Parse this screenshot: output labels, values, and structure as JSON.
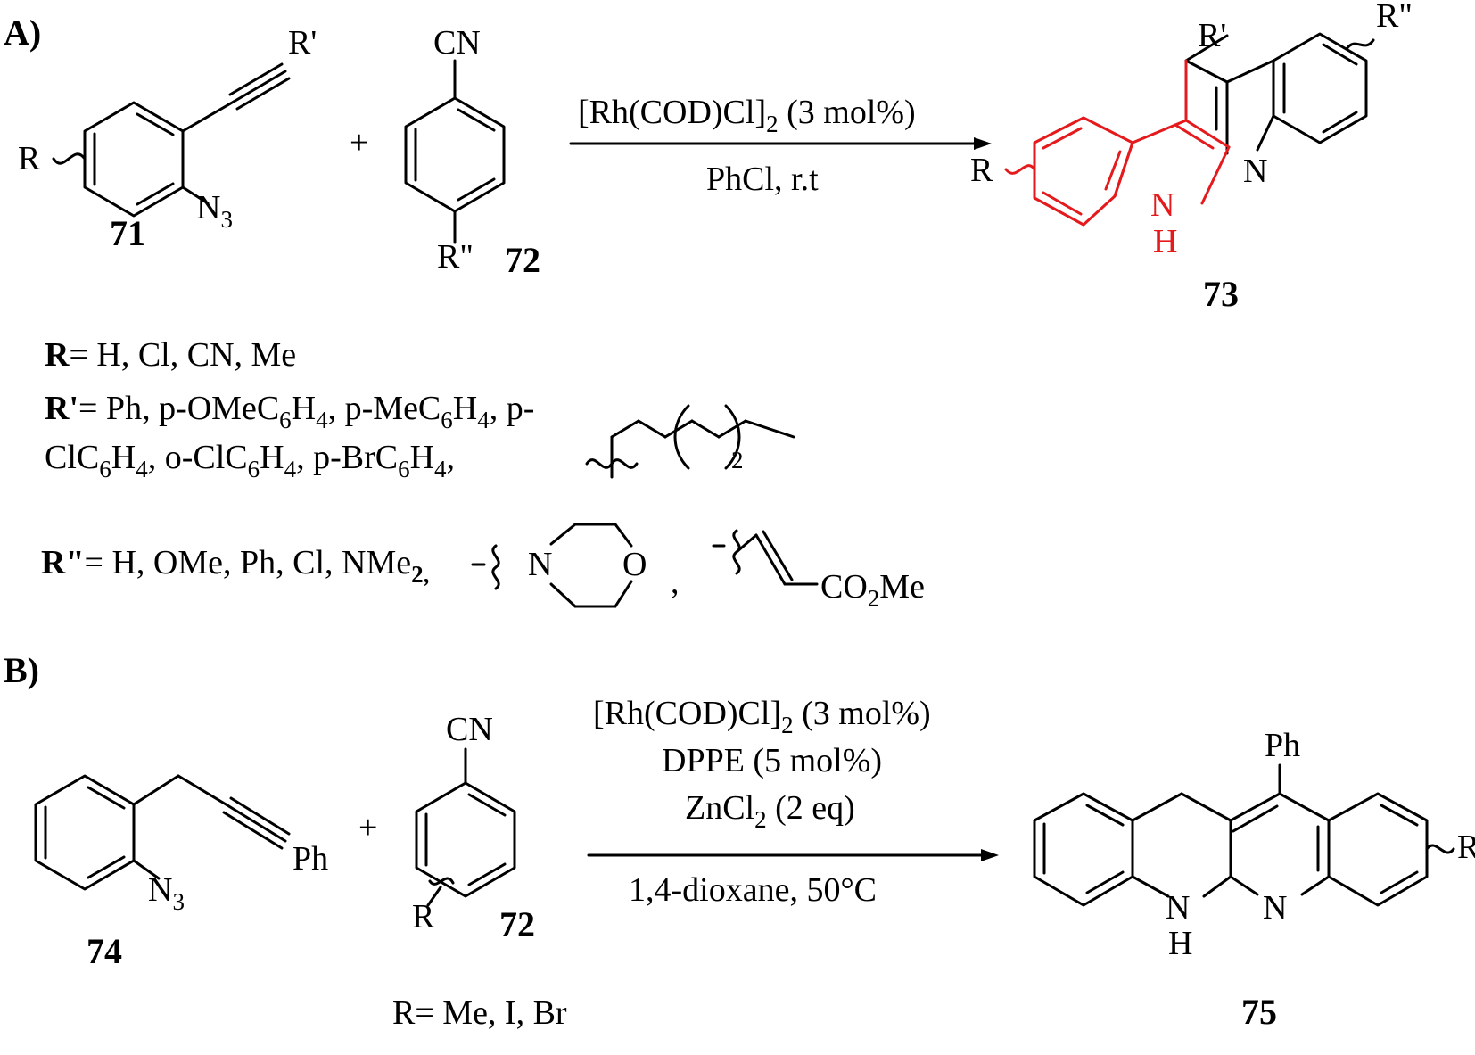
{
  "section_a": {
    "label": "A)",
    "reactant_1": {
      "number": "71",
      "r": "R",
      "r_prime": "R'",
      "azide": "N",
      "azide_sub": "3"
    },
    "plus": "+",
    "reactant_2": {
      "number": "72",
      "cn": "CN",
      "r_dprime": "R\""
    },
    "conditions": {
      "catalyst": "[Rh(COD)Cl]",
      "catalyst_sub": "2",
      "catalyst_load": " (3 mol%)",
      "solvent": "PhCl, r.t"
    },
    "product": {
      "number": "73",
      "r": "R",
      "r_prime": "R'",
      "r_dprime": "R\"",
      "n": "N",
      "nh_n": "N",
      "nh_h": "H"
    },
    "substituents": {
      "r_label": "R",
      "r_values": "= H, Cl, CN, Me",
      "rp_label": "R'",
      "rp_line1": [
        "= Ph, p-OMeC",
        "6",
        "H",
        "4",
        ", p-MeC",
        "6",
        "H",
        "4",
        ", p-"
      ],
      "rp_line2": [
        "ClC",
        "6",
        "H",
        "4",
        ", o-ClC",
        "6",
        "H",
        "4",
        ", p-BrC",
        "6",
        "H",
        "4",
        ","
      ],
      "chain_sub": "2",
      "rdp_label": "R\"",
      "rdp_values": "= H, OMe, Ph, Cl, NMe",
      "rdp_sub": "2,",
      "morpholine_n": "N",
      "morpholine_o": "O",
      "comma": ",",
      "ester": [
        "CO",
        "2",
        "Me"
      ]
    }
  },
  "section_b": {
    "label": "B)",
    "reactant_1": {
      "number": "74",
      "ph": "Ph",
      "azide": "N",
      "azide_sub": "3"
    },
    "plus": "+",
    "reactant_2": {
      "number": "72",
      "cn": "CN",
      "r": "R",
      "r_values": "R= Me, I, Br"
    },
    "conditions": {
      "line1": "[Rh(COD)Cl]",
      "line1_sub": "2",
      "line1_tail": " (3 mol%)",
      "line2": "DPPE (5 mol%)",
      "line3": "ZnCl",
      "line3_sub": "2",
      "line3_tail": " (2 eq)",
      "line4": "1,4-dioxane, 50°C"
    },
    "product": {
      "number": "75",
      "ph": "Ph",
      "r": "R",
      "n": "N",
      "nh_n": "N",
      "nh_h": "H"
    }
  },
  "colors": {
    "highlight": "#e41a1c",
    "ink": "#000000"
  }
}
